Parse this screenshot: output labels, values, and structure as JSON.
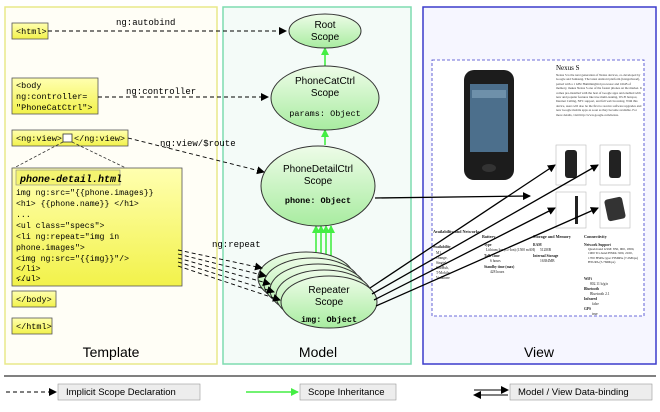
{
  "template": {
    "label": "Template",
    "html_open": "<html>",
    "body_open_lines": [
      "<body",
      " ng:controller=",
      " \"PhoneCatCtrl\">"
    ],
    "ngview_open": "<ng:view>",
    "ngview_close": "</ng:view>",
    "partial_title": "phone-detail.html",
    "partial_lines": [
      "img ng:src=\"{{phone.images}}",
      "<h1>  {{phone.name}}  </h1>",
      "...",
      "<ul class=\"specs\">",
      " <li ng:repeat=\"img in",
      "              phone.images\">",
      "   <img ng:src=\"{{img}}\"/>",
      " </li>",
      "</ul>",
      "..."
    ],
    "body_close": "</body>",
    "html_close": "</html>"
  },
  "connectors": {
    "autobind": "ng:autobind",
    "controller": "ng:controller",
    "view_route": "ng:view/$route",
    "repeat": "ng:repeat"
  },
  "model": {
    "label": "Model",
    "root": [
      "Root",
      "Scope"
    ],
    "phonecat": [
      "PhoneCatCtrl",
      "Scope"
    ],
    "phonecat_prop": "params: Object",
    "phonedetail": [
      "PhoneDetailCtrl",
      "Scope"
    ],
    "phonedetail_prop": "phone: Object",
    "repeater": [
      "Repeater",
      "Scope"
    ],
    "repeater_prop": "img: Object"
  },
  "view": {
    "label": "View",
    "title": "Nexus S",
    "description": "Nexus S is the next generation of Nexus devices, co-developed by Google and Samsung. The latest Android platform (Gingerbread), paired with a 1 GHz Hummingbird processor and 16GB of memory, makes Nexus S one of the fastest phones on the market. It comes pre-installed with the best of Google apps and enabled with new and popular features like true multi-tasking, Wi-Fi hotspot, Internet Calling, NFC support, and full web browsing. With this device, users will also be the first to receive software upgrades and new Google mobile apps as soon as they become available. For more details, visit http://www.google.com/nexus.",
    "spec_headers": [
      "Availability and Networks",
      "Battery",
      "Storage and Memory",
      "Connectivity"
    ],
    "availability": [
      "Availability",
      "M1,",
      "Orange,",
      "Singtel,",
      "StarHub,",
      "T-Mobile,",
      "Vodafone"
    ],
    "battery": [
      "Type",
      "Lithium Ion (Li-Ion) (1500 mAH)",
      "Talk Time",
      "6 hours",
      "Standby time (max)",
      "428 hours"
    ],
    "storage": [
      "RAM",
      "512MB",
      "Internal Storage",
      "16384MB"
    ],
    "connectivity": [
      "Network Support",
      "Quad-band GSM: 850, 900, 1800, 1900 Tri-band HSPA: 900, 2100, 1700 HSPA type: HSDPA (7.2Mbps) HSUPA (5.76Mbps)",
      "WiFi",
      "802.11 b/g/n",
      "Bluetooth",
      "Bluetooth 2.1",
      "Infrared",
      "false",
      "GPS",
      "true"
    ]
  },
  "legend": {
    "implicit": "Implicit Scope Declaration",
    "inheritance": "Scope Inheritance",
    "binding": "Model / View Data-binding"
  },
  "colors": {
    "template_border": "#e9e98a",
    "model_border": "#7fdcb0",
    "view_border": "#3c3ccc",
    "code_box_fill": "#ffff80",
    "scope_fill": "#c8f6c0",
    "inheritance_arrow": "#44ee44"
  }
}
